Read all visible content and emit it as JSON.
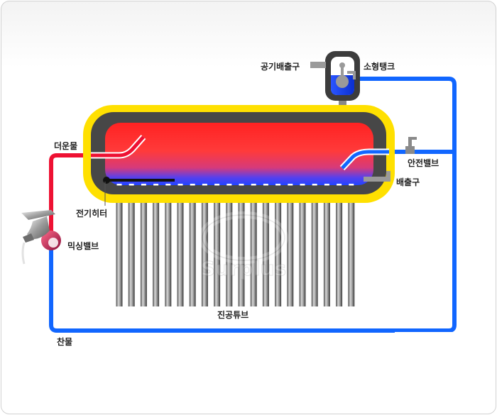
{
  "labels": {
    "air_vent": "공기배출구",
    "small_tank": "소형탱크",
    "hot_water": "더운물",
    "safety_valve": "안전밸브",
    "drain": "배출구",
    "electric_heater": "전기히터",
    "mixing_valve": "믹싱밸브",
    "vacuum_tube": "진공튜브",
    "cold_water": "찬물"
  },
  "watermark": "Surplus",
  "tube_count": 20,
  "colors": {
    "hot_pipe": "#ee1133",
    "cold_pipe": "#1166ff",
    "tank_insulation": "#ffe000",
    "tank_shell": "#474747",
    "tube": "#777777"
  }
}
